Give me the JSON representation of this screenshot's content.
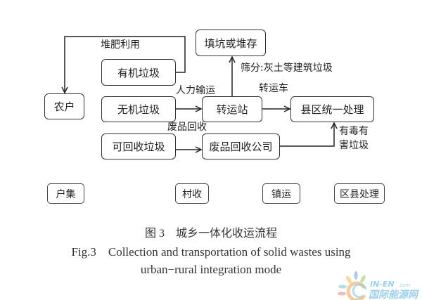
{
  "nodes": {
    "fill_storage": "填坑或堆存",
    "organic": "有机垃圾",
    "farmer": "农户",
    "inorganic": "无机垃圾",
    "transfer_station": "转运站",
    "county_processing": "县区统一处理",
    "recyclable": "可回收垃圾",
    "recycling_company": "废品回收公司"
  },
  "edge_labels": {
    "compost": "堆肥利用",
    "screening": "筛分:灰土等建筑垃圾",
    "manual_transport": "人力输运",
    "transfer_truck": "转运车",
    "waste_recycling": "废品回收",
    "toxic_line1": "有毒有",
    "toxic_line2": "害垃圾"
  },
  "stages": [
    "户集",
    "村收",
    "镇运",
    "区县处理"
  ],
  "caption": {
    "cn": "图 3　城乡一体化收运流程",
    "en_line1": "Fig.3    Collection and transportation of solid wastes using",
    "en_line2": "urban−rural integration mode"
  },
  "watermark": {
    "brand_en": "IN-EN",
    "brand_suffix": ".com",
    "brand_cn": "国际能源网"
  }
}
